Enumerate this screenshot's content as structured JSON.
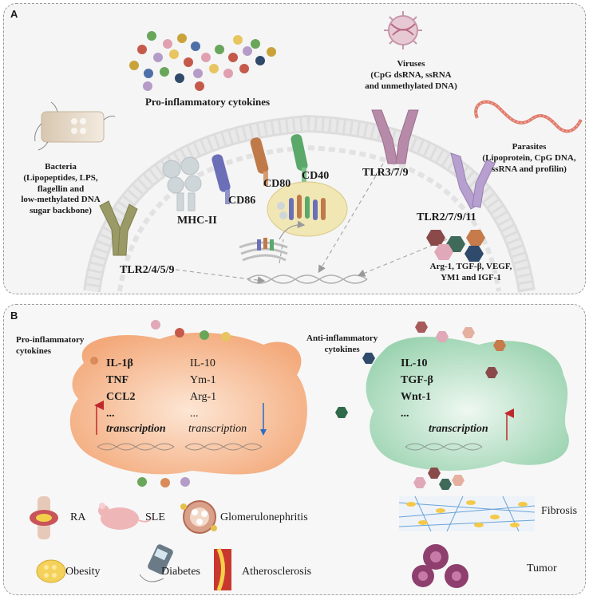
{
  "panel_a": {
    "label": "A",
    "pro_cytokines": "Pro-inflammatory cytokines",
    "viruses": [
      "Viruses",
      "(CpG dsRNA, ssRNA",
      "and unmethylated DNA)"
    ],
    "bacteria": [
      "Bacteria",
      "(Lipopeptides, LPS,",
      "flagellin and",
      "low-methylated DNA",
      "sugar backbone)"
    ],
    "parasites": [
      "Parasites",
      "(Lipoprotein, CpG DNA,",
      "ssRNA and profilin)"
    ],
    "receptors": {
      "mhc": "MHC-II",
      "cd86": "CD86",
      "cd80": "CD80",
      "cd40": "CD40",
      "tlr3": "TLR3/7/9",
      "tlr2a": "TLR2/4/5/9",
      "tlr2b": "TLR2/7/9/11"
    },
    "factors": [
      "Arg-1, TGF-β, VEGF,",
      "YM1 and IGF-1"
    ]
  },
  "panel_b": {
    "label": "B",
    "pro_title": [
      "Pro-inflammatory",
      "cytokines"
    ],
    "anti_title": [
      "Anti-inflammatory",
      "cytokines"
    ],
    "m1_up": [
      "IL-1β",
      "TNF",
      "CCL2",
      "..."
    ],
    "m1_down": [
      "IL-10",
      "Ym-1",
      "Arg-1",
      "..."
    ],
    "m2_up": [
      "IL-10",
      "TGF-β",
      "Wnt-1",
      "..."
    ],
    "transcription": "transcription",
    "diseases_left": {
      "ra": "RA",
      "sle": "SLE",
      "glom": "Glomerulonephritis",
      "obesity": "Obesity",
      "diabetes": "Diabetes",
      "athero": "Atherosclerosis"
    },
    "diseases_right": {
      "fibrosis": "Fibrosis",
      "tumor": "Tumor"
    }
  },
  "colors": {
    "m1_cell": "#f6b98f",
    "m2_cell": "#a9dcbc",
    "up_arrow": "#c0282d",
    "down_arrow": "#2a6cc4",
    "tlr_purple": "#b88aa9",
    "tlr_olive": "#9a9a66"
  }
}
